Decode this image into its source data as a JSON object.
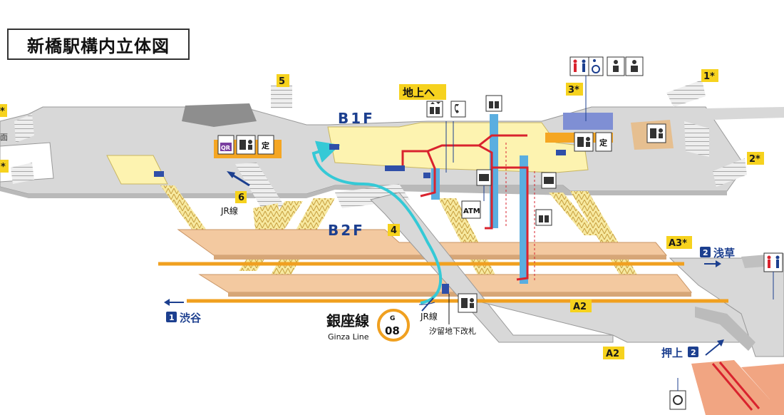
{
  "title": "新橋駅構内立体図",
  "floors": {
    "b1f": "B1F",
    "b2f": "B2F"
  },
  "labels": {
    "chijou_he": "地上へ",
    "jr_line_1": "JR線",
    "jr_line_2": "JR線",
    "shiodome_gate": "汐留地下改札",
    "ginza_line_jp": "銀座線",
    "ginza_line_en": "Ginza Line",
    "station_letter": "G",
    "station_number": "08",
    "asakusa_num": "2",
    "asakusa": "浅草",
    "shibuya_num": "1",
    "shibuya": "渋谷",
    "oshiage": "押上",
    "oshiage_num": "2",
    "atm": "ATM",
    "qr": "QR",
    "tei": "定"
  },
  "exits": {
    "e5": "5",
    "e6": "6",
    "e4": "4",
    "e3s": "3*",
    "e1s": "1*",
    "e2s": "2*",
    "a3s": "A3*",
    "a2_track": "A2",
    "a2_bottom": "A2",
    "left_top": "*",
    "left_mid": "*",
    "left_edge": "面"
  },
  "colors": {
    "concourse": "#d8d8d8",
    "platform": "#f3c9a0",
    "b1f_yellow": "#fdf3b0",
    "track": "#f0a020",
    "exit_tag": "#f6d21e",
    "route": "#35c9d6",
    "elevator": "#5aaee0",
    "red_path": "#d9232e",
    "navy": "#1c3f8f"
  },
  "icons": [
    "elevator-icon",
    "phone-icon",
    "toilet-icon",
    "wheelchair-icon",
    "baby-icon",
    "accessible-toilet-icon",
    "ticket-machine-icon",
    "fare-adjust-icon",
    "atm-icon",
    "escalator-icon",
    "staircase-icon",
    "qr-ticket-icon"
  ]
}
